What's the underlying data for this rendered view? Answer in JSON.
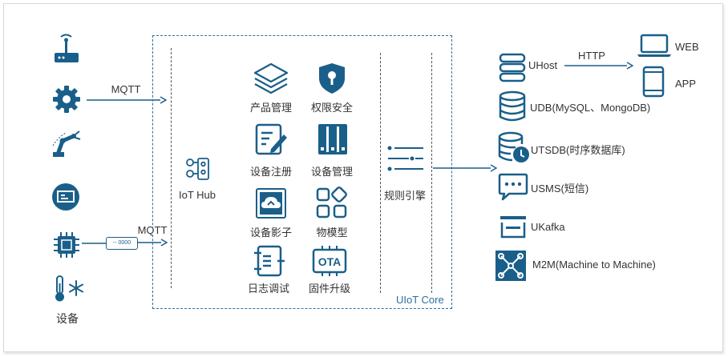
{
  "colors": {
    "primary": "#1a5f8a",
    "core_border": "#2b6f9e",
    "core_label": "#2b6f9e"
  },
  "devices": {
    "items": [
      "router-icon",
      "gear-icon",
      "robot-arm-icon",
      "screen-icon",
      "chip-icon",
      "thermometer-snowflake-icon"
    ],
    "label": "设备"
  },
  "protocols": {
    "mqtt_top": "MQTT",
    "mqtt_bottom": "MQTT",
    "http": "HTTP"
  },
  "gateway": {
    "text": "-- 0000"
  },
  "core": {
    "title": "UIoT Core",
    "hub_label": "IoT Hub",
    "modules": [
      {
        "label": "产品管理",
        "icon": "layers-icon"
      },
      {
        "label": "权限安全",
        "icon": "lock-shield-icon"
      },
      {
        "label": "设备注册",
        "icon": "edit-document-icon"
      },
      {
        "label": "设备管理",
        "icon": "server-rack-icon"
      },
      {
        "label": "设备影子",
        "icon": "cloud-shadow-icon"
      },
      {
        "label": "物模型",
        "icon": "model-blocks-icon"
      },
      {
        "label": "日志调试",
        "icon": "debug-log-icon"
      },
      {
        "label": "固件升级",
        "icon": "ota-icon"
      }
    ],
    "rules_label": "规则引擎"
  },
  "services": [
    {
      "label": "UHost",
      "icon": "host-icon"
    },
    {
      "label": "UDB(MySQL、MongoDB)",
      "icon": "database-icon"
    },
    {
      "label": "UTSDB(时序数据库)",
      "icon": "timeseries-db-icon"
    },
    {
      "label": "USMS(短信)",
      "icon": "sms-icon"
    },
    {
      "label": "UKafka",
      "icon": "kafka-icon"
    },
    {
      "label": "M2M(Machine to Machine)",
      "icon": "m2m-icon"
    }
  ],
  "clients": [
    {
      "label": "WEB",
      "icon": "laptop-icon"
    },
    {
      "label": "APP",
      "icon": "phone-icon"
    }
  ]
}
